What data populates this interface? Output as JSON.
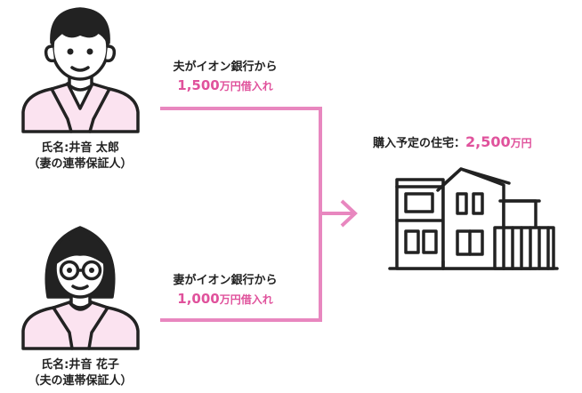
{
  "persons": [
    {
      "name_line": "氏名:井音 太郎",
      "role_line": "（妻の連帯保証人）"
    },
    {
      "name_line": "氏名:井音 花子",
      "role_line": "（夫の連帯保証人）"
    }
  ],
  "loans": [
    {
      "line1": "夫がイオン銀行から",
      "amount": "1,500",
      "unit": "万円借入れ"
    },
    {
      "line1": "妻がイオン銀行から",
      "amount": "1,000",
      "unit": "万円借入れ"
    }
  ],
  "house": {
    "label": "購入予定の住宅：",
    "price": "2,500",
    "unit": "万円"
  },
  "colors": {
    "accent": "#e0529c",
    "connector": "#e887bf",
    "clothing_fill": "#fbe3f0",
    "outline": "#222222"
  },
  "icons": [
    "husband-illustration",
    "wife-illustration",
    "arrow-right-icon",
    "house-illustration"
  ]
}
